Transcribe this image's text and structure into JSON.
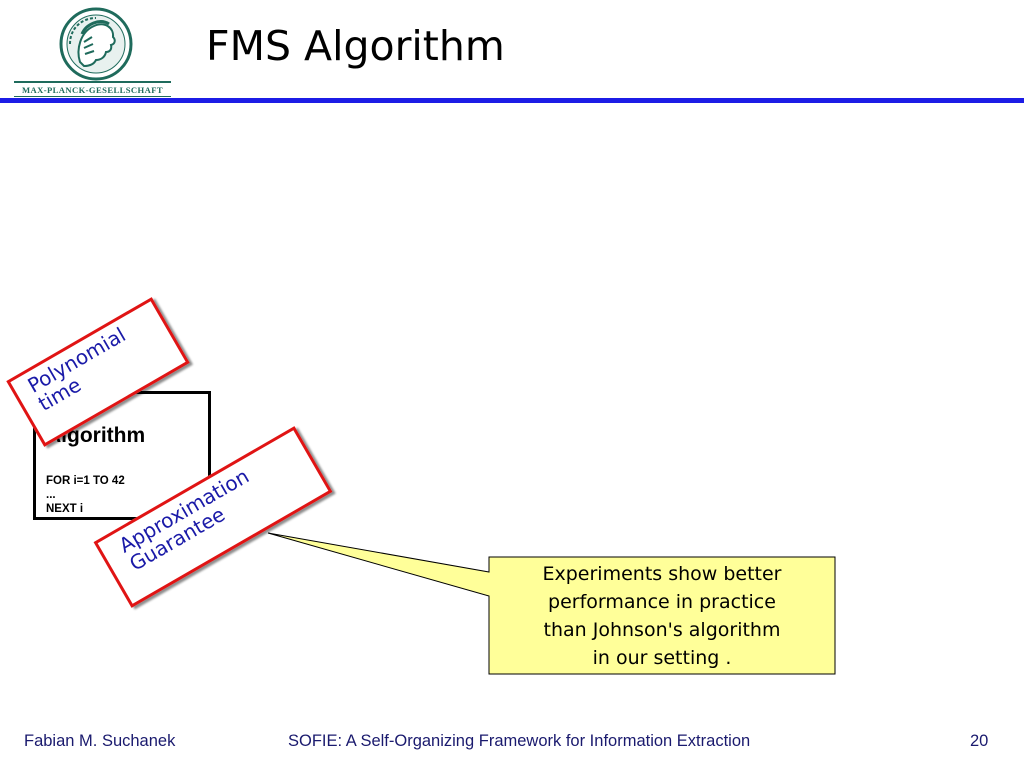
{
  "logo": {
    "wordmark": "MAX-PLANCK-GESELLSCHAFT"
  },
  "slide": {
    "title": "FMS Algorithm",
    "algorithm_box": {
      "heading": "Algorithm",
      "code_lines": [
        "FOR i=1 TO 42",
        "...",
        "NEXT i"
      ]
    },
    "stamp_polynomial": [
      "Polynomial",
      "time"
    ],
    "stamp_approximation": [
      "Approximation",
      "Guarantee"
    ],
    "callout_lines": [
      "Experiments show better",
      "performance in practice",
      "than Johnson's algorithm",
      "in our setting ."
    ]
  },
  "footer": {
    "author": "Fabian M. Suchanek",
    "talk_title": "SOFIE: A Self-Organizing Framework for Information Extraction",
    "page_number": "20"
  },
  "colors": {
    "title_rule": "#1c1ce6",
    "stamp_border": "#e01414",
    "stamp_text": "#1a1aa8",
    "callout_fill": "#ffff99",
    "logo_green": "#1f6b5c",
    "footer_text": "#1a1a6e"
  }
}
